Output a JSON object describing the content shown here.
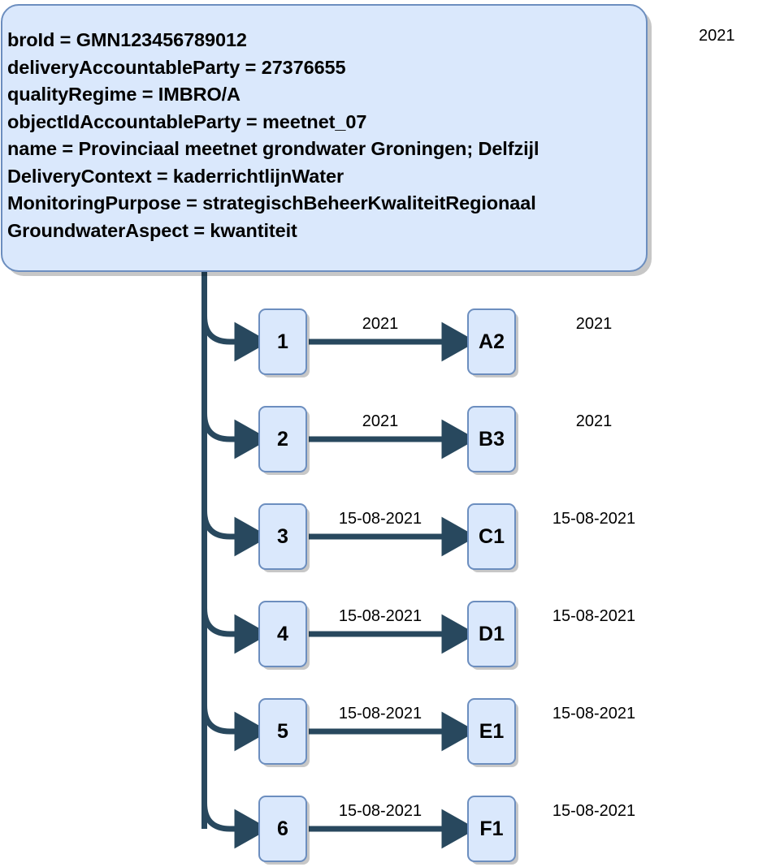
{
  "diagram": {
    "title_attributes_box": {
      "lines": [
        "broId = GMN123456789012",
        "deliveryAccountableParty = 27376655",
        "qualityRegime = IMBRO/A",
        "objectIdAccountableParty = meetnet_07",
        "name = Provinciaal meetnet grondwater Groningen; Delfzijl",
        "DeliveryContext = kaderrichtlijnWater",
        "MonitoringPurpose = strategischBeheerKwaliteitRegionaal",
        "GroundwaterAspect = kwantiteit"
      ]
    },
    "corner_year": "2021",
    "colors": {
      "node_fill": "#dae8fc",
      "node_border": "#6c8ebf",
      "connector": "#28485e",
      "text": "#000000",
      "background": "#ffffff",
      "shadow": "#b3b3b3"
    },
    "rows": [
      {
        "source": "1",
        "edge_label": "2021",
        "target": "A2",
        "right_label": "2021"
      },
      {
        "source": "2",
        "edge_label": "2021",
        "target": "B3",
        "right_label": "2021"
      },
      {
        "source": "3",
        "edge_label": "15-08-2021",
        "target": "C1",
        "right_label": "15-08-2021"
      },
      {
        "source": "4",
        "edge_label": "15-08-2021",
        "target": "D1",
        "right_label": "15-08-2021"
      },
      {
        "source": "5",
        "edge_label": "15-08-2021",
        "target": "E1",
        "right_label": "15-08-2021"
      },
      {
        "source": "6",
        "edge_label": "15-08-2021",
        "target": "F1",
        "right_label": "15-08-2021"
      }
    ]
  }
}
